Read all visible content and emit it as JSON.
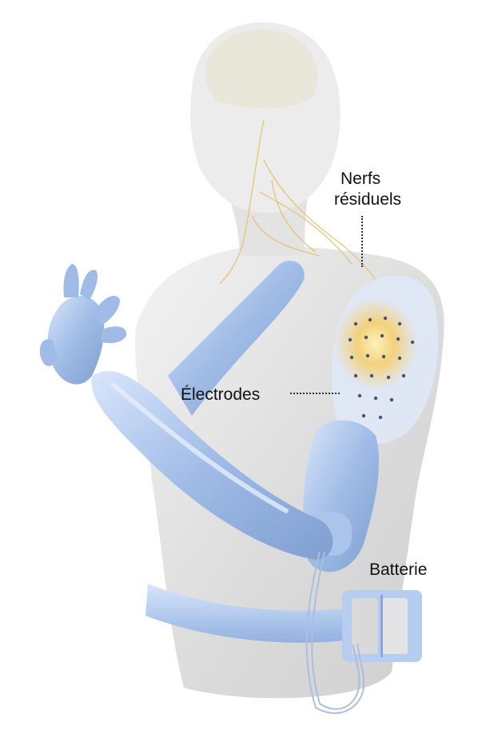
{
  "labels": {
    "nerfs_line1": "Nerfs",
    "nerfs_line2": "résiduels",
    "electrodes": "Électrodes",
    "batterie": "Batterie"
  },
  "colors": {
    "background": "#ffffff",
    "body": "#dedede",
    "prosthetic_blue": "#9fbbe6",
    "prosthetic_light": "#c8d9f3",
    "nerve_yellow": "#e5c06a",
    "glow": "#f3c44c"
  }
}
